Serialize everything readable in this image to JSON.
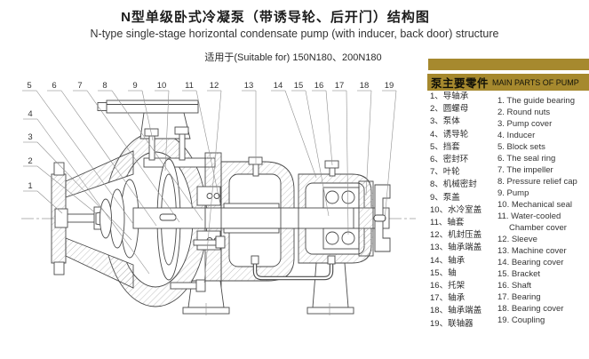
{
  "header": {
    "title_zh": "N型单级卧式冷凝泵（带诱导轮、后开门）结构图",
    "title_en": "N-type single-stage horizontal condensate pump (with inducer, back door) structure",
    "suitable_for": "适用于(Suitable for) 150N180、200N180"
  },
  "parts_panel": {
    "title_zh": "泵主要零件",
    "title_en": "MAIN PARTS OF PUMP",
    "accent_color": "#a6892e",
    "items_zh": [
      "1、导轴承",
      "2、圆螺母",
      "3、泵体",
      "4、诱导轮",
      "5、挡套",
      "6、密封环",
      "7、叶轮",
      "8、机械密封",
      "9、泵盖",
      "10、水冷室盖",
      "11、轴套",
      "12、机封压盖",
      "13、轴承端盖",
      "14、轴承",
      "15、轴",
      "16、托架",
      "17、轴承",
      "18、轴承端盖",
      "19、联轴器"
    ],
    "items_en": [
      "1. The guide bearing",
      "2. Round nuts",
      "3. Pump cover",
      "4. Inducer",
      "5. Block sets",
      "6. The seal ring",
      "7. The impeller",
      "8. Pressure relief cap",
      "9. Pump",
      "10. Mechanical seal",
      "11. Water-cooled Chamber cover",
      "12. Sleeve",
      "13. Machine cover",
      "14. Bearing cover",
      "15. Bracket",
      "16. Shaft",
      "17. Bearing",
      "18. Bearing cover",
      "19. Coupling"
    ]
  },
  "diagram": {
    "callouts": [
      "1",
      "2",
      "3",
      "4",
      "5",
      "6",
      "7",
      "8",
      "9",
      "10",
      "11",
      "12",
      "13",
      "14",
      "15",
      "16",
      "17",
      "18",
      "19"
    ]
  }
}
